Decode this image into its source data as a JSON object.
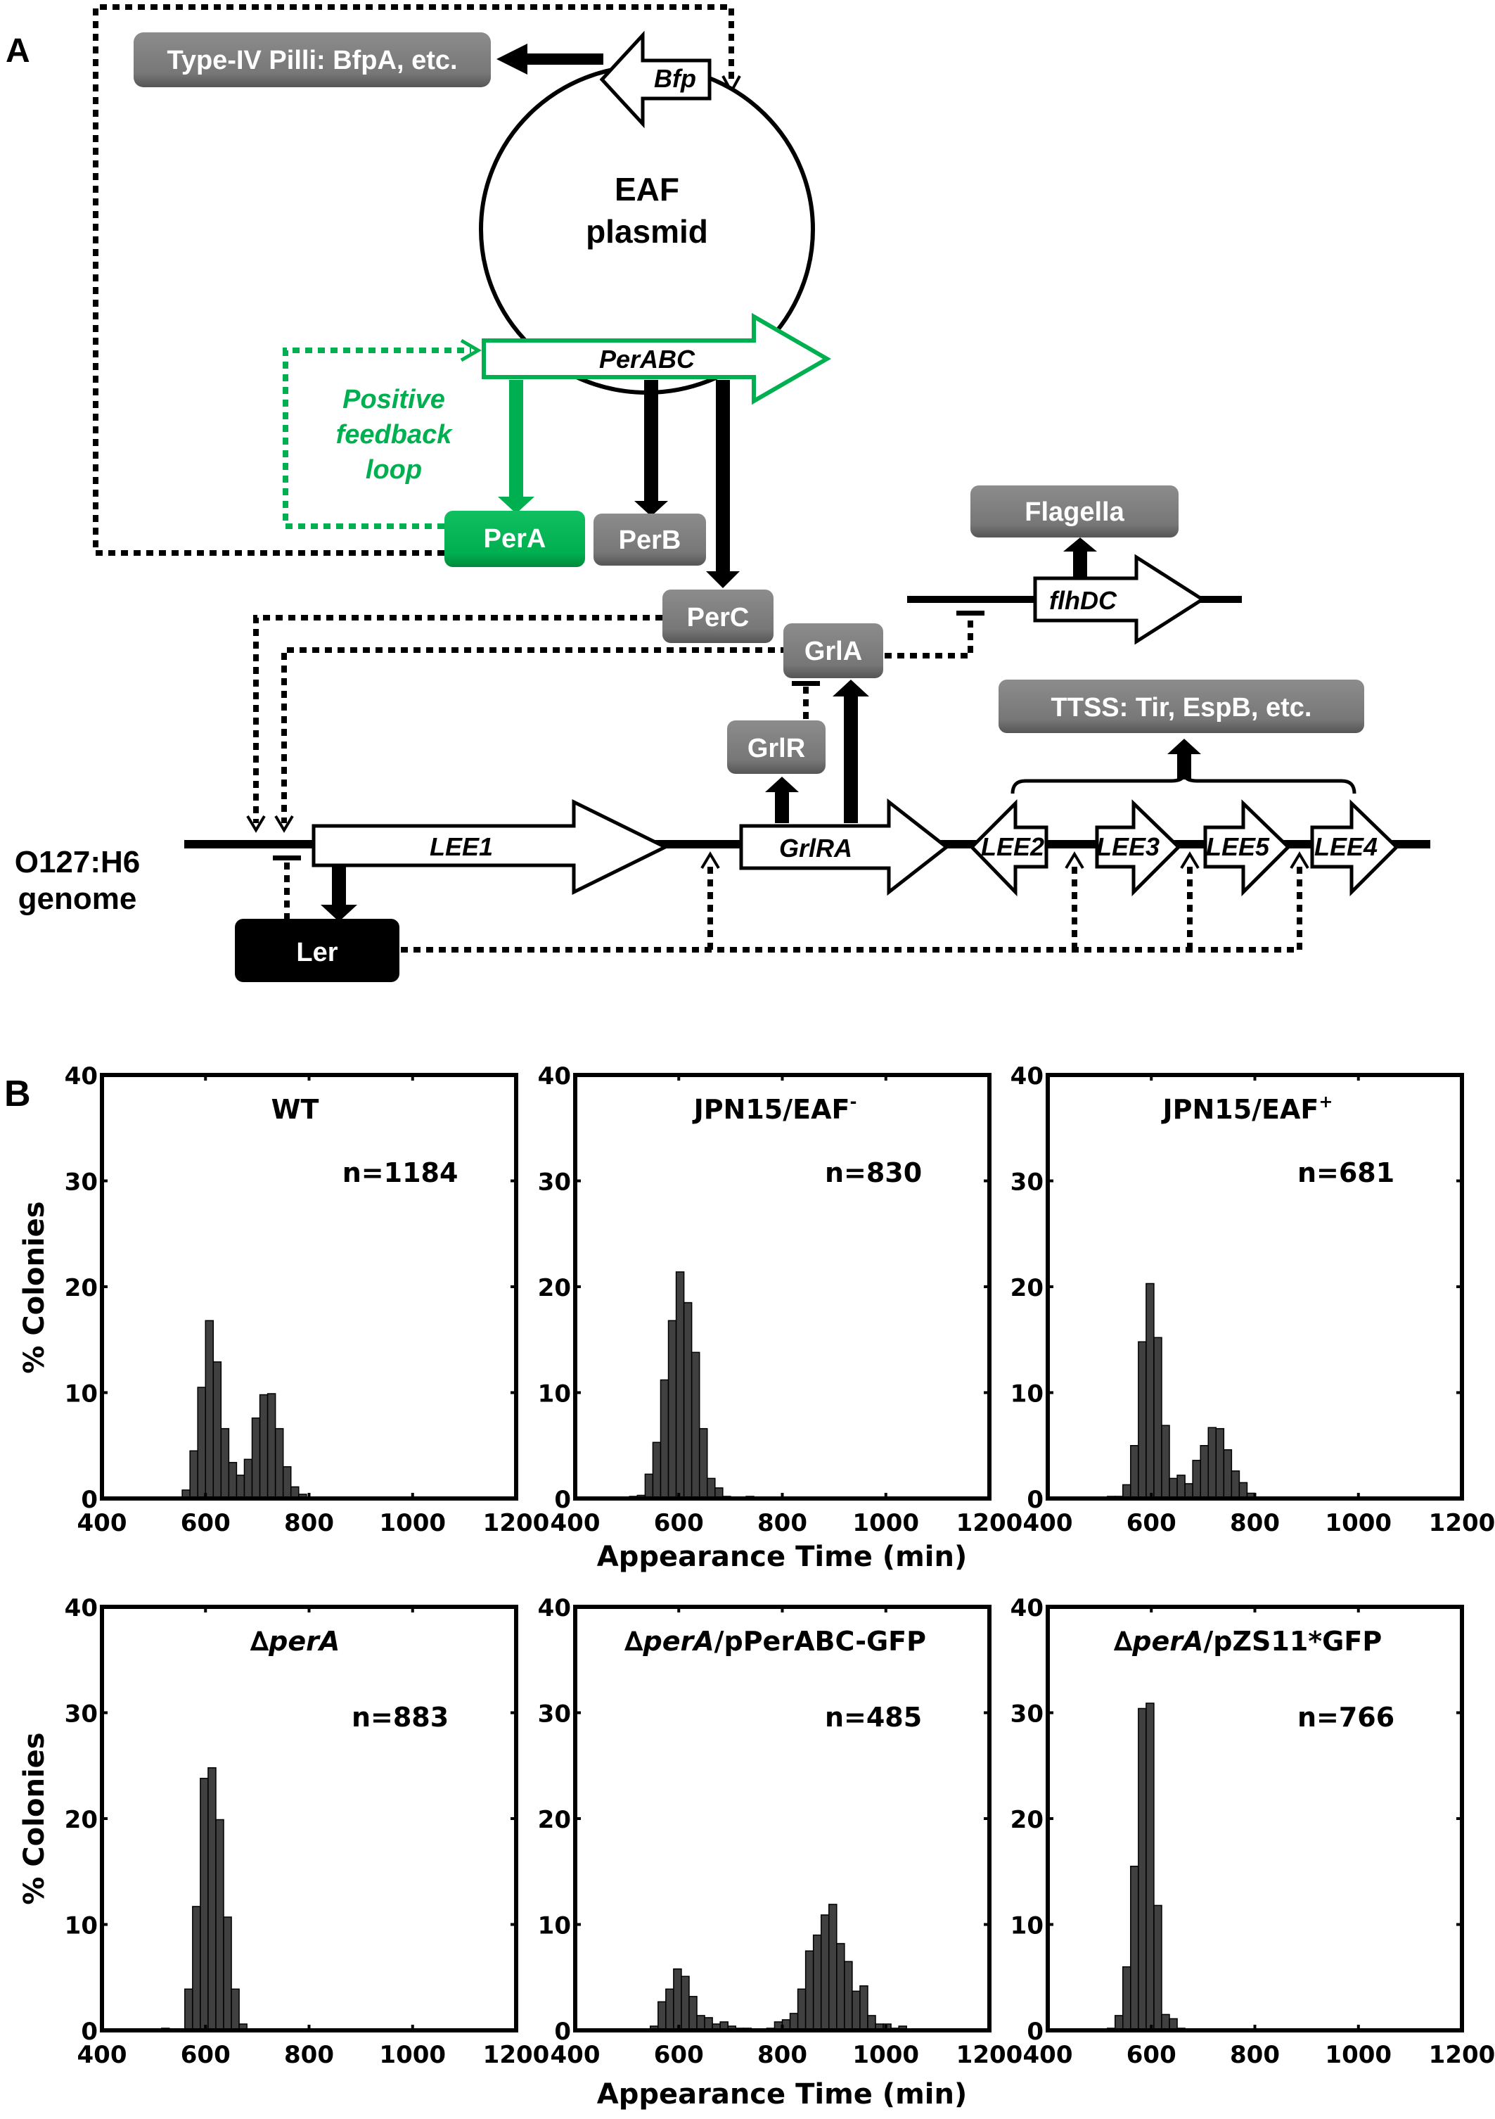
{
  "panel_a": {
    "label": "A",
    "plasmid": {
      "line1": "EAF",
      "line2": "plasmid"
    },
    "genome_label": {
      "line1": "O127:H6",
      "line2": "genome"
    },
    "feedback_label": {
      "line1": "Positive",
      "line2": "feedback",
      "line3": "loop"
    },
    "genes": {
      "bfp": "Bfp",
      "perabc": "PerABC",
      "lee1": "LEE1",
      "grlra": "GrlRA",
      "lee2": "LEE2",
      "lee3": "LEE3",
      "lee5": "LEE5",
      "lee4": "LEE4",
      "flhdc": "flhDC"
    },
    "proteins": {
      "pili": "Type-IV Pilli: BfpA, etc.",
      "pera": "PerA",
      "perb": "PerB",
      "perc": "PerC",
      "grla": "GrlA",
      "grlr": "GrlR",
      "flagella": "Flagella",
      "ttss": "TTSS: Tir, EspB, etc.",
      "ler": "Ler"
    },
    "colors": {
      "green": "#00b050",
      "protein_gray": "#7f7f7f",
      "ler": "#000000"
    }
  },
  "panel_b": {
    "label": "B",
    "ylabel": "% Colonies",
    "xlabel": "Appearance Time (min)"
  },
  "chart_data": [
    {
      "type": "bar",
      "title": "WT",
      "n_label": "n=1184",
      "xlabel": "Appearance Time (min)",
      "ylabel": "% Colonies",
      "xlim": [
        400,
        1200
      ],
      "ylim": [
        0,
        40
      ],
      "bin_width": 15,
      "xticks": [
        400,
        600,
        800,
        1000,
        1200
      ],
      "yticks": [
        0,
        10,
        20,
        30,
        40
      ],
      "bins": [
        [
          440,
          0.1
        ],
        [
          540,
          0.1
        ],
        [
          555,
          0.8
        ],
        [
          570,
          4.5
        ],
        [
          585,
          10.5
        ],
        [
          600,
          16.8
        ],
        [
          615,
          12.9
        ],
        [
          630,
          6.6
        ],
        [
          645,
          3.4
        ],
        [
          660,
          2.2
        ],
        [
          675,
          3.7
        ],
        [
          690,
          7.6
        ],
        [
          705,
          9.8
        ],
        [
          720,
          9.9
        ],
        [
          735,
          6.6
        ],
        [
          750,
          3.0
        ],
        [
          765,
          1.1
        ],
        [
          780,
          0.4
        ],
        [
          795,
          0.1
        ],
        [
          960,
          0.1
        ]
      ]
    },
    {
      "type": "bar",
      "title": "JPN15/EAF",
      "title_sup": "-",
      "n_label": "n=830",
      "xlabel": "Appearance Time (min)",
      "ylabel": "% Colonies",
      "xlim": [
        400,
        1200
      ],
      "ylim": [
        0,
        40
      ],
      "bin_width": 15,
      "xticks": [
        400,
        600,
        800,
        1000,
        1200
      ],
      "yticks": [
        0,
        10,
        20,
        30,
        40
      ],
      "bins": [
        [
          505,
          0.2
        ],
        [
          520,
          0.3
        ],
        [
          535,
          2.3
        ],
        [
          550,
          5.3
        ],
        [
          565,
          11.2
        ],
        [
          580,
          16.8
        ],
        [
          595,
          21.4
        ],
        [
          610,
          18.5
        ],
        [
          625,
          13.8
        ],
        [
          640,
          6.6
        ],
        [
          655,
          1.9
        ],
        [
          670,
          1.0
        ],
        [
          685,
          0.2
        ],
        [
          700,
          0.1
        ],
        [
          715,
          0.1
        ],
        [
          730,
          0.2
        ],
        [
          745,
          0.1
        ],
        [
          760,
          0.1
        ],
        [
          895,
          0.1
        ]
      ]
    },
    {
      "type": "bar",
      "title": "JPN15/EAF",
      "title_sup": "+",
      "n_label": "n=681",
      "xlabel": "Appearance Time (min)",
      "ylabel": "% Colonies",
      "xlim": [
        400,
        1200
      ],
      "ylim": [
        0,
        40
      ],
      "bin_width": 15,
      "xticks": [
        400,
        600,
        800,
        1000,
        1200
      ],
      "yticks": [
        0,
        10,
        20,
        30,
        40
      ],
      "bins": [
        [
          515,
          0.2
        ],
        [
          530,
          0.2
        ],
        [
          545,
          1.3
        ],
        [
          560,
          5.0
        ],
        [
          575,
          14.8
        ],
        [
          590,
          20.3
        ],
        [
          605,
          15.2
        ],
        [
          620,
          6.9
        ],
        [
          635,
          1.9
        ],
        [
          650,
          2.2
        ],
        [
          665,
          1.4
        ],
        [
          680,
          3.6
        ],
        [
          695,
          5.0
        ],
        [
          710,
          6.7
        ],
        [
          725,
          6.6
        ],
        [
          740,
          4.6
        ],
        [
          755,
          2.6
        ],
        [
          770,
          1.5
        ],
        [
          785,
          0.5
        ]
      ]
    },
    {
      "type": "bar",
      "title": "∆perA",
      "title_italic": true,
      "n_label": "n=883",
      "xlabel": "Appearance Time (min)",
      "ylabel": "% Colonies",
      "xlim": [
        400,
        1200
      ],
      "ylim": [
        0,
        40
      ],
      "bin_width": 15,
      "xticks": [
        400,
        600,
        800,
        1000,
        1200
      ],
      "yticks": [
        0,
        10,
        20,
        30,
        40
      ],
      "bins": [
        [
          515,
          0.2
        ],
        [
          530,
          0.1
        ],
        [
          545,
          0.1
        ],
        [
          560,
          3.9
        ],
        [
          575,
          11.7
        ],
        [
          590,
          23.8
        ],
        [
          605,
          24.8
        ],
        [
          620,
          19.9
        ],
        [
          635,
          10.7
        ],
        [
          650,
          3.9
        ],
        [
          665,
          0.6
        ],
        [
          680,
          0.1
        ]
      ]
    },
    {
      "type": "bar",
      "title_italic_part": "∆perA",
      "title_rest": "/pPerABC-GFP",
      "title": "∆perA/pPerABC-GFP",
      "n_label": "n=485",
      "xlabel": "Appearance Time (min)",
      "ylabel": "% Colonies",
      "xlim": [
        400,
        1200
      ],
      "ylim": [
        0,
        40
      ],
      "bin_width": 15,
      "xticks": [
        400,
        600,
        800,
        1000,
        1200
      ],
      "yticks": [
        0,
        10,
        20,
        30,
        40
      ],
      "bins": [
        [
          545,
          0.4
        ],
        [
          560,
          2.7
        ],
        [
          575,
          3.9
        ],
        [
          590,
          5.8
        ],
        [
          605,
          5.1
        ],
        [
          620,
          3.2
        ],
        [
          635,
          1.4
        ],
        [
          650,
          1.2
        ],
        [
          665,
          0.6
        ],
        [
          680,
          0.8
        ],
        [
          695,
          0.4
        ],
        [
          710,
          0.2
        ],
        [
          725,
          0.2
        ],
        [
          740,
          0.1
        ],
        [
          755,
          0.1
        ],
        [
          770,
          0.2
        ],
        [
          785,
          0.8
        ],
        [
          800,
          1.0
        ],
        [
          815,
          1.6
        ],
        [
          830,
          3.9
        ],
        [
          845,
          7.5
        ],
        [
          860,
          9.0
        ],
        [
          875,
          10.9
        ],
        [
          890,
          11.9
        ],
        [
          905,
          8.2
        ],
        [
          920,
          6.5
        ],
        [
          935,
          3.7
        ],
        [
          950,
          4.2
        ],
        [
          965,
          1.4
        ],
        [
          980,
          0.6
        ],
        [
          995,
          0.6
        ],
        [
          1010,
          0.2
        ],
        [
          1025,
          0.4
        ],
        [
          1040,
          0.1
        ],
        [
          1055,
          0.1
        ],
        [
          1070,
          0.1
        ]
      ]
    },
    {
      "type": "bar",
      "title_italic_part": "∆perA",
      "title_rest": "/pZS11*GFP",
      "title": "∆perA/pZS11*GFP",
      "n_label": "n=766",
      "xlabel": "Appearance Time (min)",
      "ylabel": "% Colonies",
      "xlim": [
        400,
        1200
      ],
      "ylim": [
        0,
        40
      ],
      "bin_width": 15,
      "xticks": [
        400,
        600,
        800,
        1000,
        1200
      ],
      "yticks": [
        0,
        10,
        20,
        30,
        40
      ],
      "bins": [
        [
          515,
          0.2
        ],
        [
          530,
          1.4
        ],
        [
          545,
          6.0
        ],
        [
          560,
          15.5
        ],
        [
          575,
          30.4
        ],
        [
          590,
          30.9
        ],
        [
          605,
          11.8
        ],
        [
          620,
          1.5
        ],
        [
          635,
          1.1
        ],
        [
          650,
          0.2
        ],
        [
          665,
          0.1
        ],
        [
          740,
          0.1
        ],
        [
          820,
          0.1
        ]
      ]
    }
  ]
}
